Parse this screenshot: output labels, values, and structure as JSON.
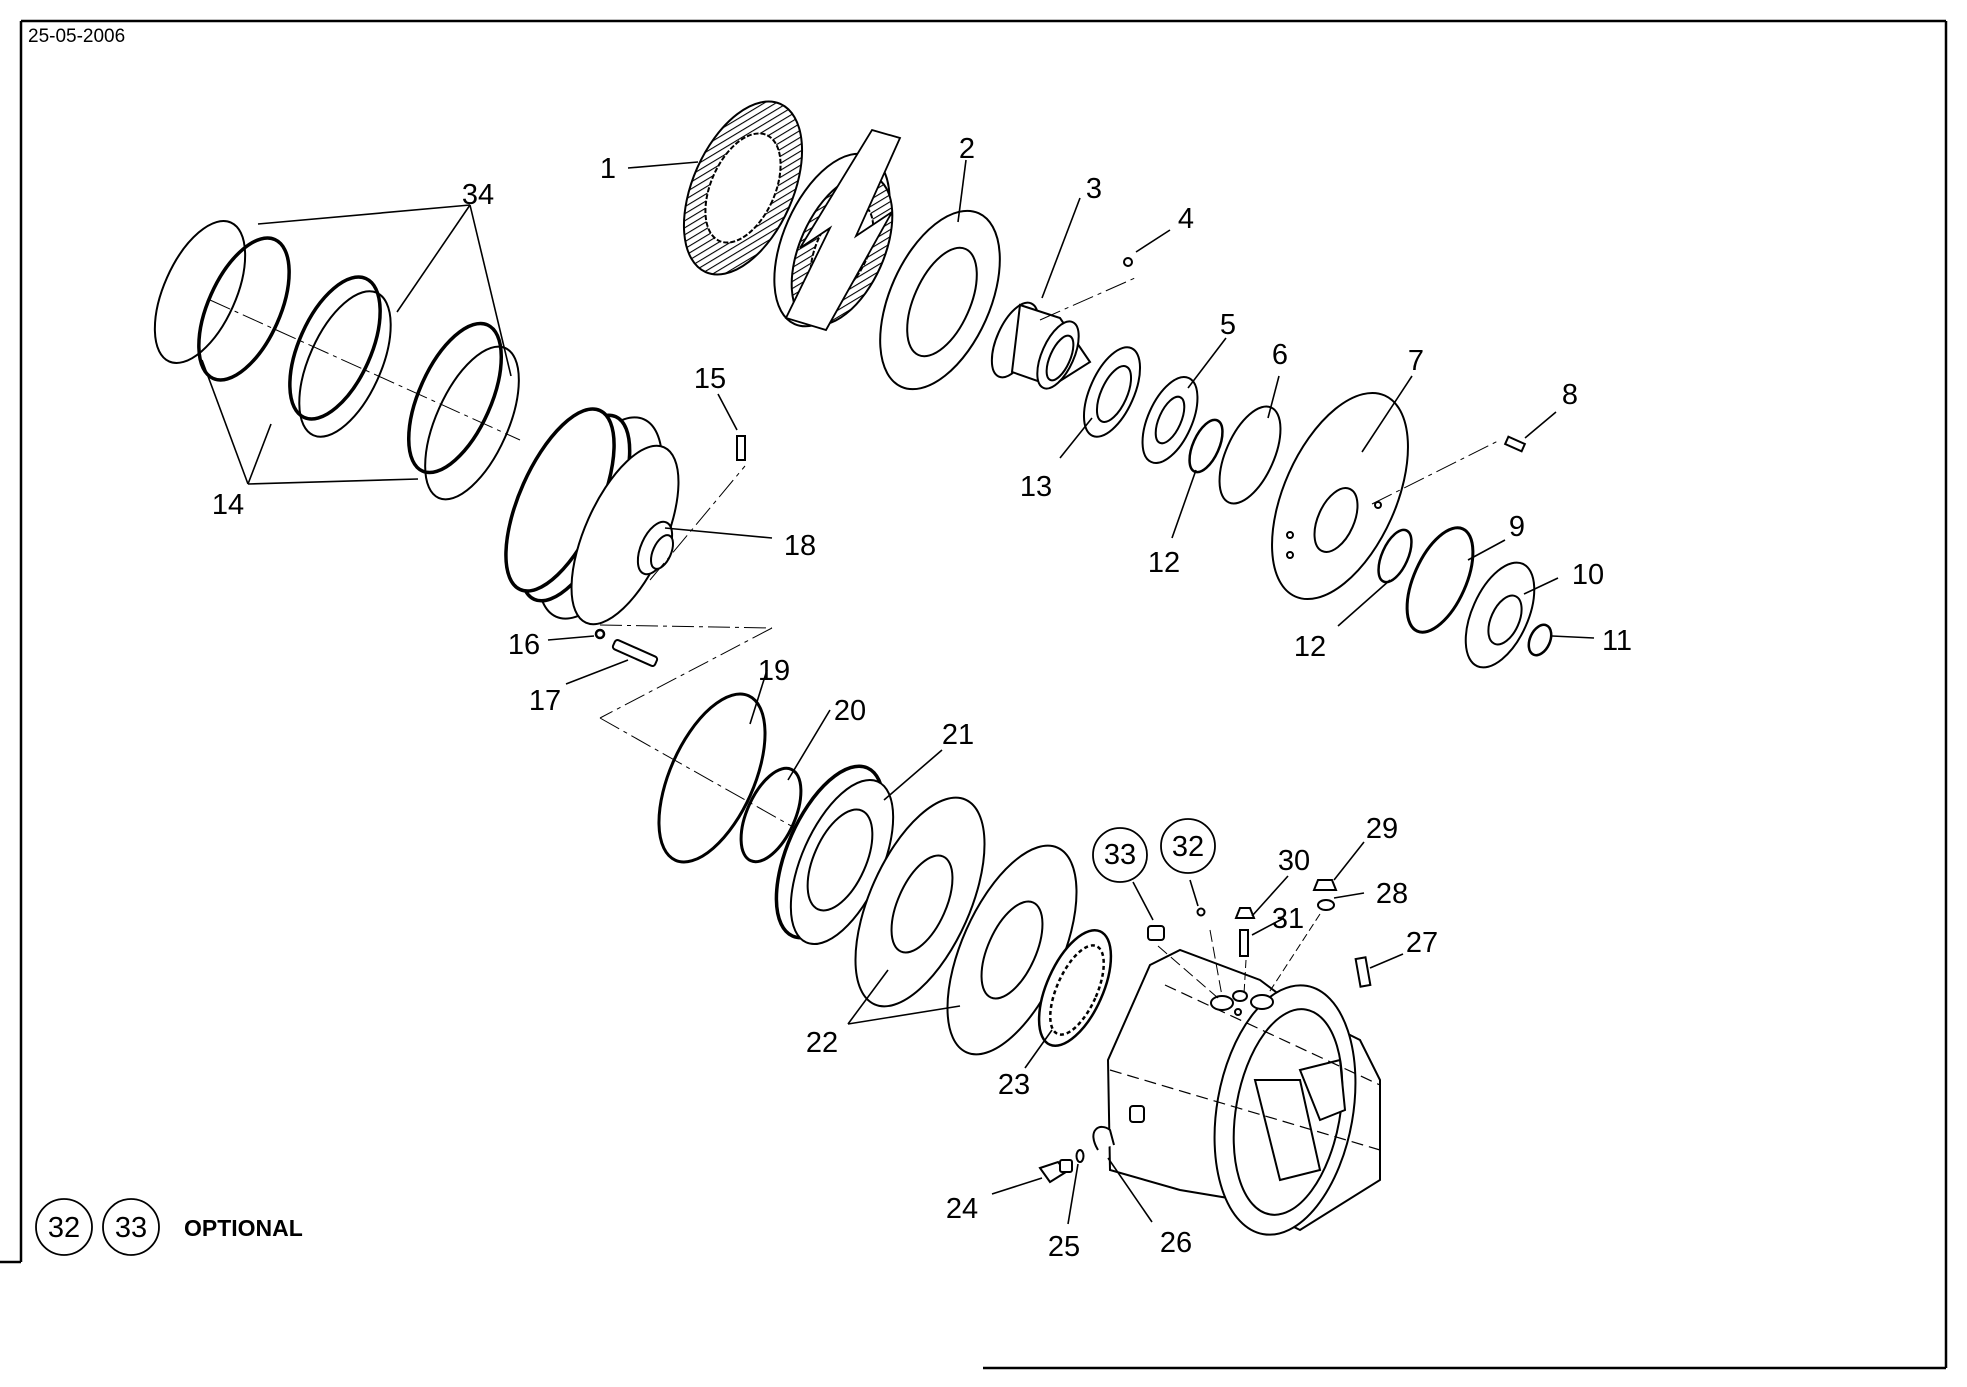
{
  "header": {
    "date": "25-05-2006"
  },
  "legend": {
    "circled": [
      "32",
      "33"
    ],
    "label": "OPTIONAL"
  },
  "callouts": [
    {
      "n": "1"
    },
    {
      "n": "2"
    },
    {
      "n": "3"
    },
    {
      "n": "4"
    },
    {
      "n": "5"
    },
    {
      "n": "6"
    },
    {
      "n": "7"
    },
    {
      "n": "8"
    },
    {
      "n": "9"
    },
    {
      "n": "10"
    },
    {
      "n": "11"
    },
    {
      "n": "12"
    },
    {
      "n": "12"
    },
    {
      "n": "13"
    },
    {
      "n": "14"
    },
    {
      "n": "15"
    },
    {
      "n": "16"
    },
    {
      "n": "17"
    },
    {
      "n": "18"
    },
    {
      "n": "19"
    },
    {
      "n": "20"
    },
    {
      "n": "21"
    },
    {
      "n": "22"
    },
    {
      "n": "23"
    },
    {
      "n": "24"
    },
    {
      "n": "25"
    },
    {
      "n": "26"
    },
    {
      "n": "27"
    },
    {
      "n": "28"
    },
    {
      "n": "29"
    },
    {
      "n": "30"
    },
    {
      "n": "31"
    },
    {
      "n": "32"
    },
    {
      "n": "33"
    },
    {
      "n": "34"
    }
  ],
  "colors": {
    "ink": "#000000",
    "paper": "#ffffff"
  }
}
